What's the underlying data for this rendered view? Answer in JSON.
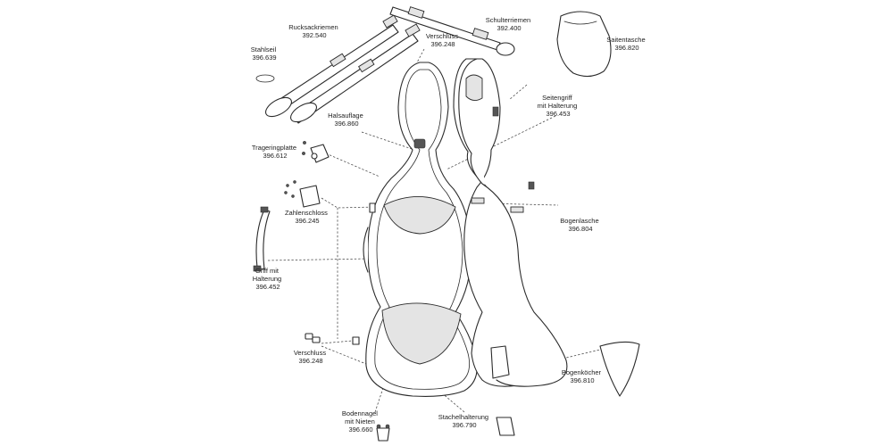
{
  "callouts": [
    {
      "key": "rucksackriemen",
      "name": "Rucksackriemen",
      "code": "392.540"
    },
    {
      "key": "schulterriemen",
      "name": "Schulterriemen",
      "code": "392.400"
    },
    {
      "key": "verschluss_top",
      "name": "Verschluss",
      "code": "396.248"
    },
    {
      "key": "saitentasche",
      "name": "Saitentasche",
      "code": "396.820"
    },
    {
      "key": "stahlseil",
      "name": "Stahlseil",
      "code": "396.639"
    },
    {
      "key": "halsauflage",
      "name": "Halsauflage",
      "code": "396.860"
    },
    {
      "key": "seitengriff",
      "name_lines": [
        "Seitengriff",
        "mit Halterung"
      ],
      "code": "396.453"
    },
    {
      "key": "trageringplatte",
      "name": "Trageringplatte",
      "code": "396.612"
    },
    {
      "key": "zahlenschloss",
      "name": "Zahlenschloss",
      "code": "396.245"
    },
    {
      "key": "bogenlasche",
      "name": "Bogenlasche",
      "code": "396.804"
    },
    {
      "key": "griff",
      "name_lines": [
        "Griff mit",
        "Halterung"
      ],
      "code": "396.452"
    },
    {
      "key": "verschluss_bottom",
      "name": "Verschluss",
      "code": "396.248"
    },
    {
      "key": "bogenkoecher",
      "name": "Bogenköcher",
      "code": "396.810"
    },
    {
      "key": "stachelhalterung",
      "name": "Stachelhalterung",
      "code": "396.790"
    },
    {
      "key": "bodennagel",
      "name_lines": [
        "Bodennagel",
        "mit Nieten"
      ],
      "code": "396.660"
    }
  ]
}
